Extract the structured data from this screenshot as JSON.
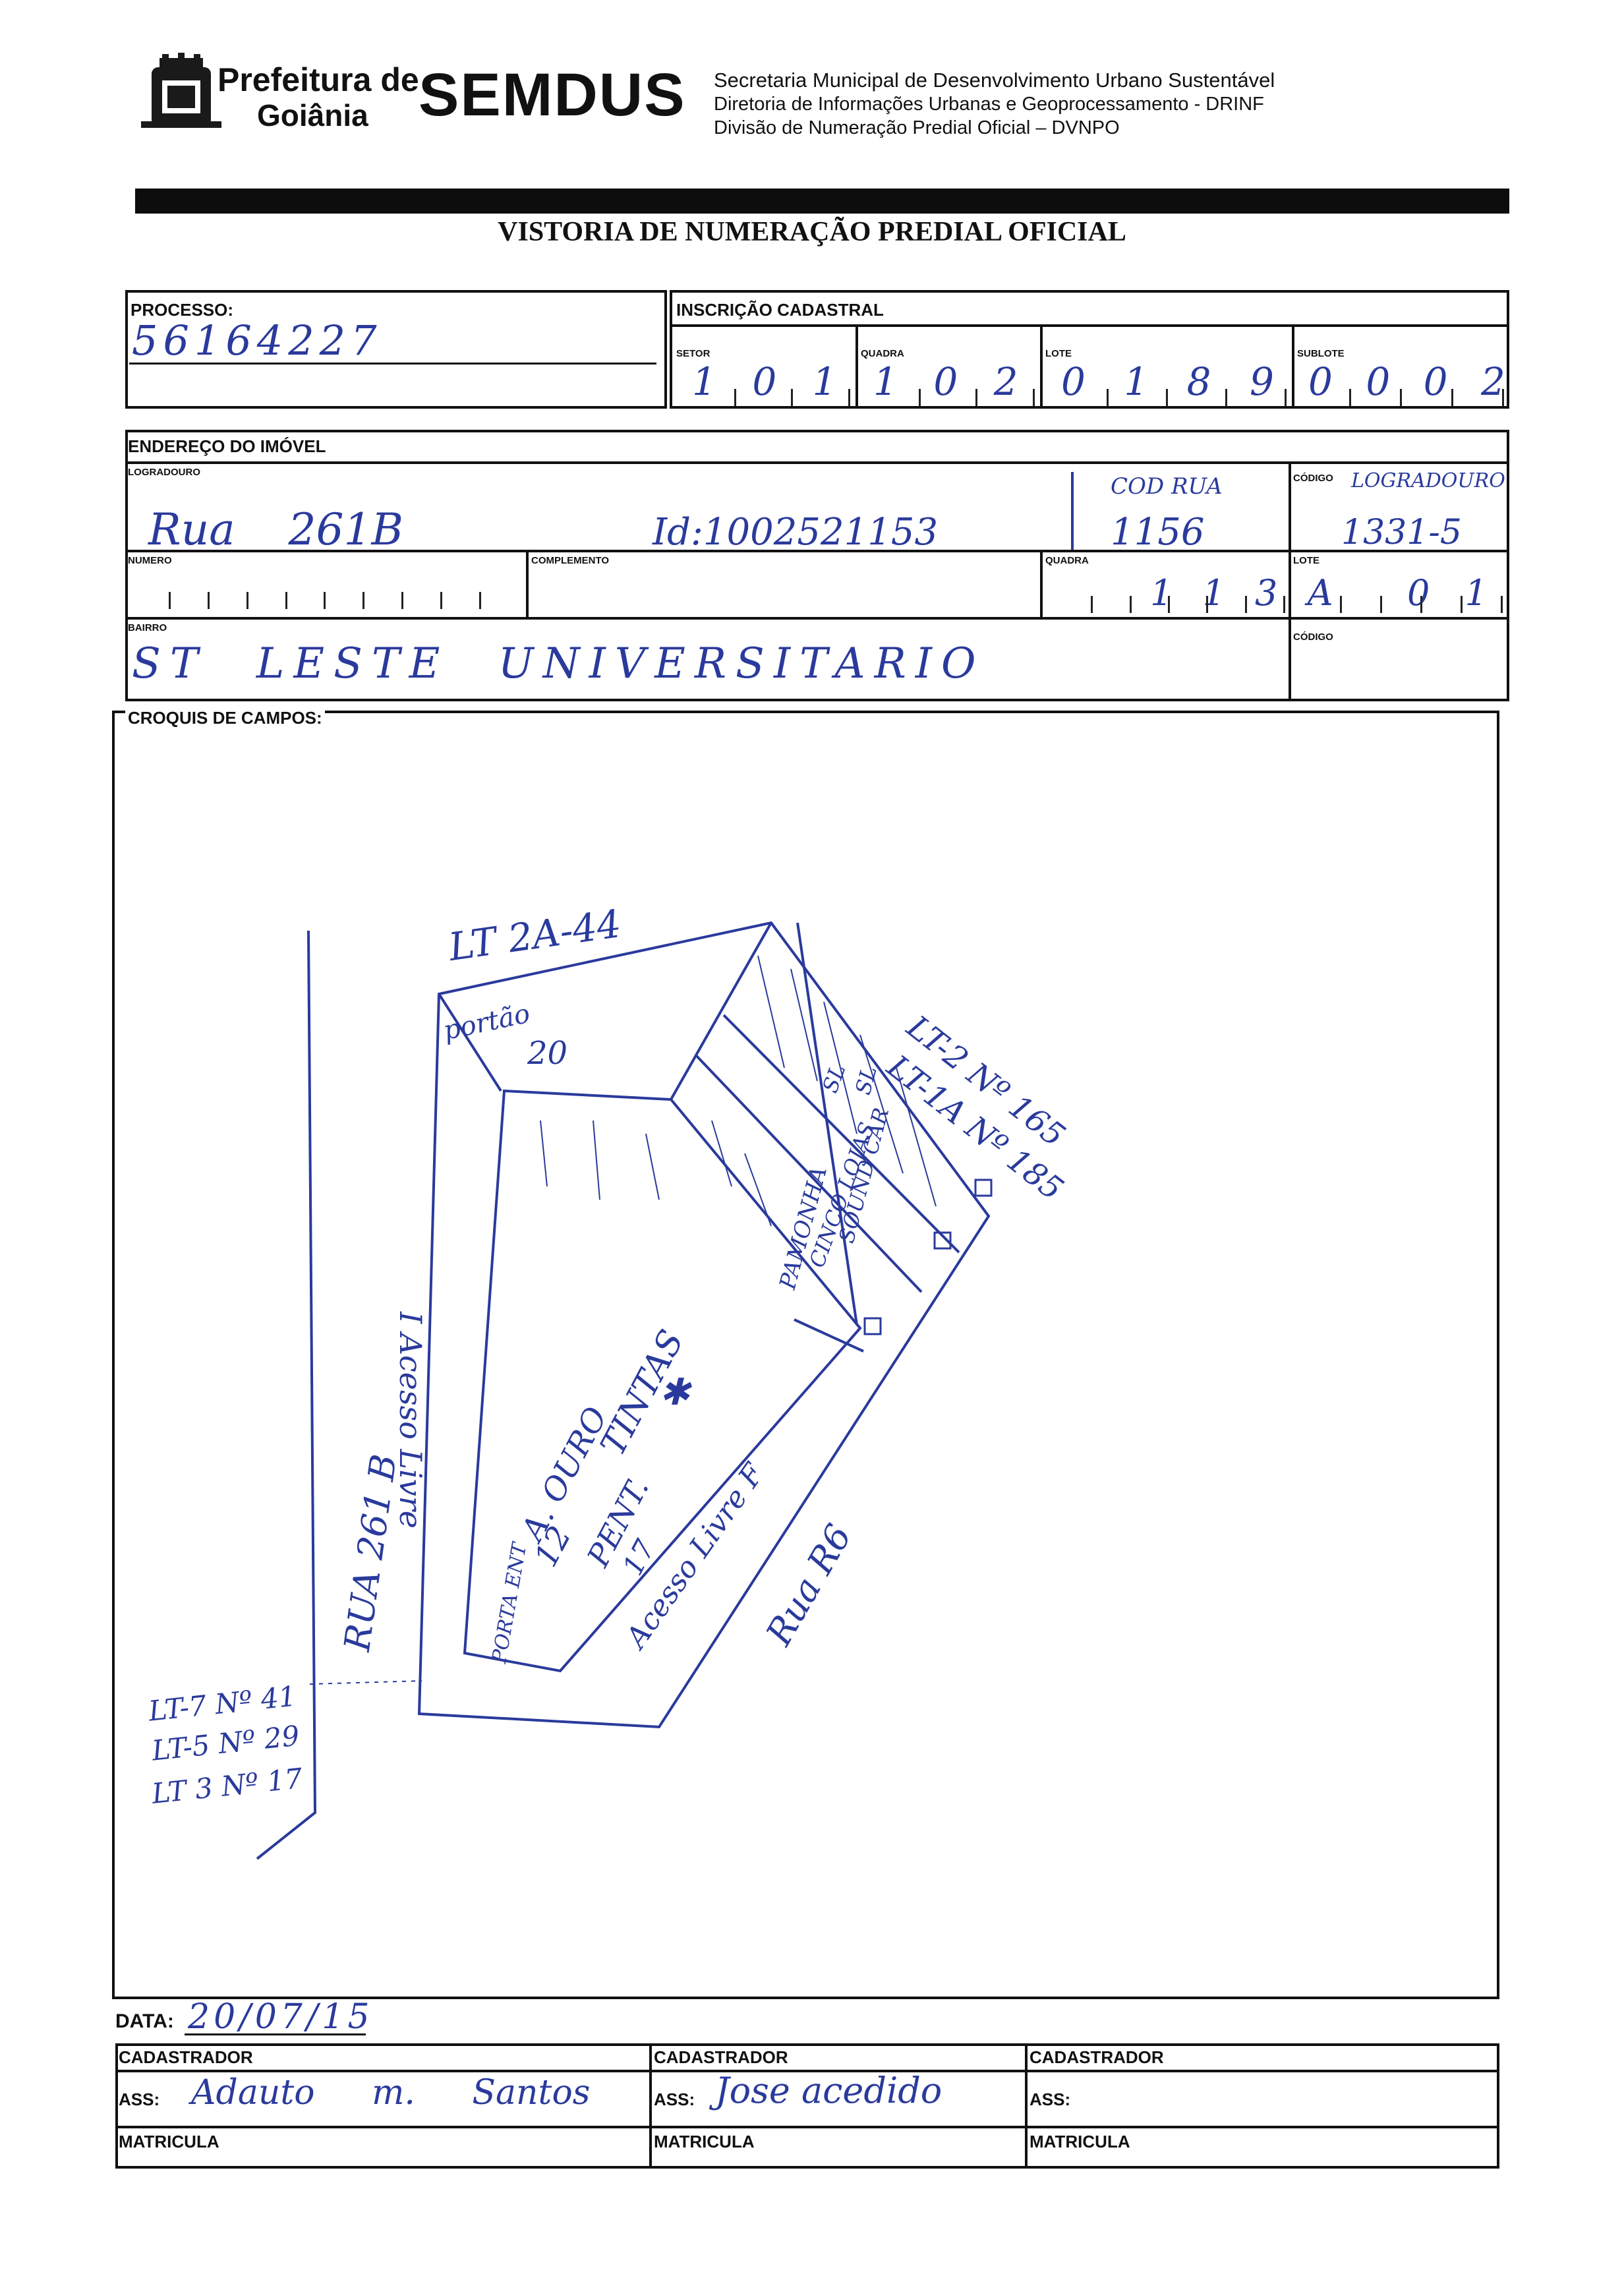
{
  "header": {
    "org_line1": "Prefeitura de",
    "org_line2": "Goiânia",
    "brand": "SEMDUS",
    "dept_line1": "Secretaria Municipal de Desenvolvimento Urbano Sustentável",
    "dept_line2": "Diretoria de Informações Urbanas e Geoprocessamento - DRINF",
    "dept_line3": "Divisão de Numeração Predial Oficial – DVNPO"
  },
  "form_title": "VISTORIA DE NUMERAÇÃO PREDIAL OFICIAL",
  "processo": {
    "label": "PROCESSO:",
    "value": "56164227"
  },
  "inscricao": {
    "label": "INSCRIÇÃO CADASTRAL",
    "setor_label": "SETOR",
    "setor_value": "1 0 1",
    "quadra_label": "QUADRA",
    "quadra_value": "1 0 2",
    "lote_label": "LOTE",
    "lote_value": "0 1 8 9",
    "sublote_label": "SUBLOTE",
    "sublote_value": "0 0 0 2"
  },
  "endereco": {
    "label": "ENDEREÇO DO IMÓVEL",
    "logradouro_label": "LOGRADOURO",
    "logradouro_value": "Rua 261B",
    "logradouro_id": "Id:1002521153",
    "cod_rua_note": "COD RUA",
    "cod_rua_value": "1156",
    "codigo_label": "CÓDIGO",
    "codigo_note": "LOGRADOURO",
    "codigo_value": "1331-5",
    "numero_label": "NUMERO",
    "complemento_label": "COMPLEMENTO",
    "quadra_label": "QUADRA",
    "quadra_value": "1 1 3 A",
    "lote_label": "LOTE",
    "lote_value": "0 1",
    "bairro_label": "BAIRRO",
    "bairro_value": "ST LESTE UNIVERSITARIO",
    "codigo2_label": "CÓDIGO"
  },
  "croquis": {
    "label": "CROQUIS DE CAMPOS:",
    "annotations": {
      "lt_top": "LT 2A-44",
      "portao": "portão",
      "portao_num": "20",
      "lt2": "LT-2 Nº 165",
      "lt1a": "LT-1A Nº 185",
      "acesso_livre_i": "I Acesso Livre",
      "rua_261b": "RUA 261 B",
      "a_ouro": "A. OURO",
      "tintas": "TINTAS",
      "num_12": "12",
      "pent": "PENT.",
      "num_17": "17",
      "acesso_livre_f": "Acesso Livre F",
      "porta_ent": "PORTA ENT",
      "rua_r6": "Rua R6",
      "pamonha": "PAMONHA",
      "cinco_lojas": "CINCO LOJAS",
      "sl_note": "SL",
      "sound_car": "SOUND CAR",
      "sl2": "SL",
      "lt7": "LT-7 Nº 41",
      "lt5": "LT-5 Nº 29",
      "lt3": "LT 3 Nº 17"
    }
  },
  "data": {
    "label": "DATA:",
    "value": "20/07/15"
  },
  "cadastradores": [
    {
      "label": "CADASTRADOR",
      "ass_label": "ASS:",
      "signature": "Adauto m. Santos",
      "matricula_label": "MATRICULA"
    },
    {
      "label": "CADASTRADOR",
      "ass_label": "ASS:",
      "signature": "Jose acedido",
      "matricula_label": "MATRICULA"
    },
    {
      "label": "CADASTRADOR",
      "ass_label": "ASS:",
      "signature": "",
      "matricula_label": "MATRICULA"
    }
  ],
  "colors": {
    "ink": "#2a3a9c",
    "print": "#111111"
  }
}
